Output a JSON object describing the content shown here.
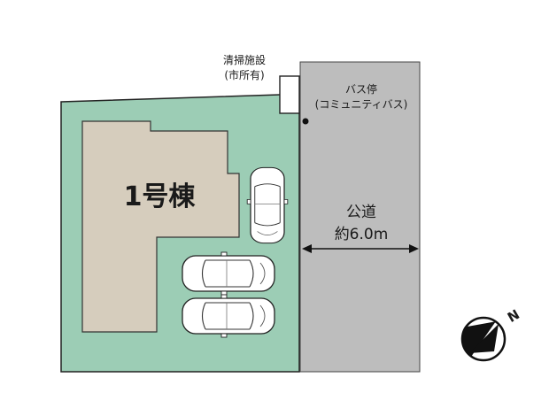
{
  "site_plan": {
    "building_label": "1号棟",
    "facility_label_line1": "清掃施設",
    "facility_label_line2": "(市所有)",
    "bus_stop_label_line1": "バス停",
    "bus_stop_label_line2": "(コミュニティバス)",
    "road_label": "公道",
    "road_width": "約6.0m",
    "compass_letter": "N"
  },
  "colors": {
    "lot_fill": "#9ccdb5",
    "building_fill": "#d6cdbd",
    "road_fill": "#bdbdbd",
    "outline": "#222222"
  },
  "icons": [
    "car-icon",
    "compass-icon",
    "bus-stop-marker"
  ]
}
